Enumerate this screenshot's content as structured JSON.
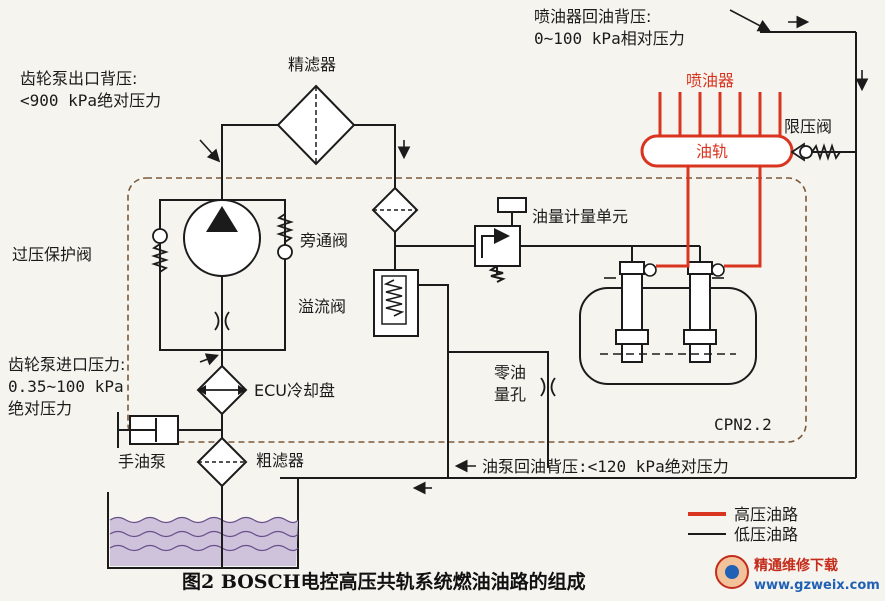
{
  "labels": {
    "return_title": "喷油器回油背压:",
    "return_value": "0~100 kPa相对压力",
    "gear_out_title": "齿轮泵出口背压:",
    "gear_out_value": "<900 kPa绝对压力",
    "fine_filter": "精滤器",
    "injector": "喷油器",
    "rail": "油轨",
    "limiter": "限压阀",
    "bypass": "旁通阀",
    "metering": "油量计量单元",
    "overpressure": "过压保护阀",
    "overflow": "溢流阀",
    "gear_in_title": "齿轮泵进口压力:",
    "gear_in_value1": "0.35~100 kPa",
    "gear_in_value2": "绝对压力",
    "ecu": "ECU冷却盘",
    "hand_pump": "手油泵",
    "coarse_filter": "粗滤器",
    "zero_orifice1": "零油",
    "zero_orifice2": "量孔",
    "cpn": "CPN2.2",
    "pump_return": "油泵回油背压:<120 kPa绝对压力"
  },
  "legend": {
    "high": "高压油路",
    "low": "低压油路",
    "high_color": "#d9341f",
    "low_color": "#1b1b1b"
  },
  "caption": "图2  BOSCH电控高压共轨系统燃油油路的组成",
  "watermark": {
    "name": "精通维修下载",
    "url": "www.gzweix.com"
  }
}
